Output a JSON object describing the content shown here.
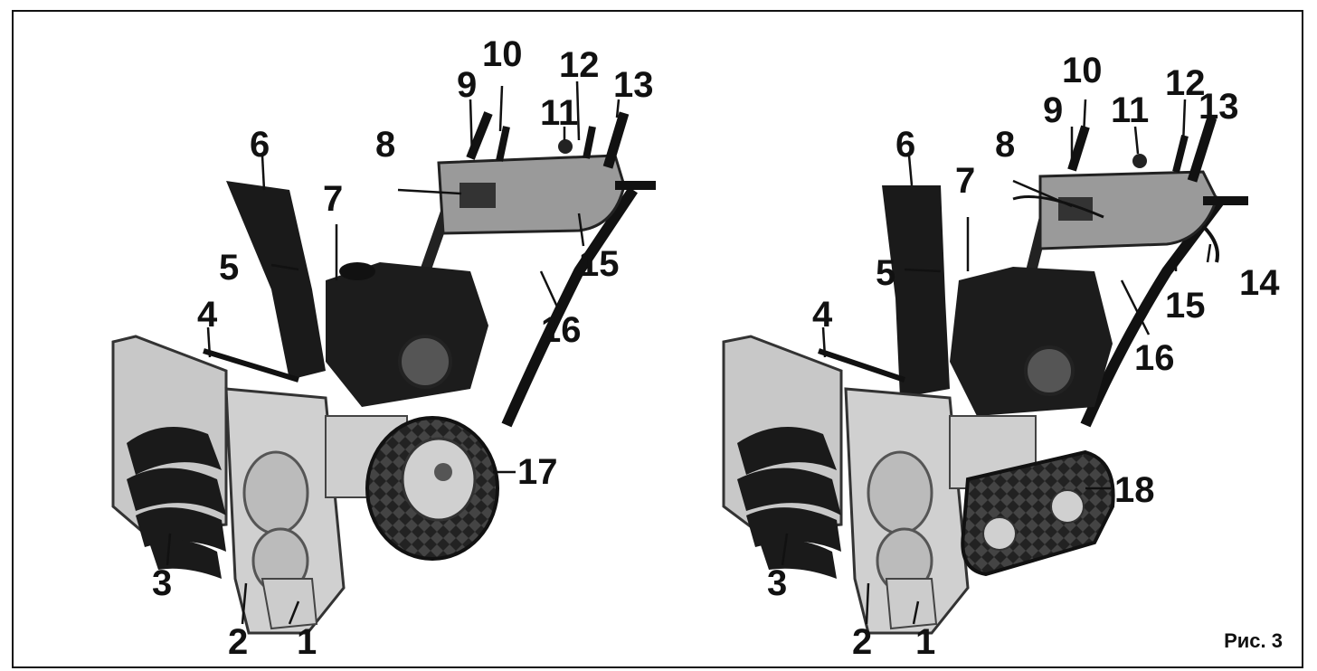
{
  "figure_caption": "Рис. 3",
  "left_machine": {
    "callouts": [
      "1",
      "2",
      "3",
      "4",
      "5",
      "6",
      "7",
      "8",
      "9",
      "10",
      "11",
      "12",
      "13",
      "15",
      "16",
      "17"
    ]
  },
  "right_machine": {
    "callouts": [
      "1",
      "2",
      "3",
      "4",
      "5",
      "6",
      "7",
      "8",
      "9",
      "10",
      "11",
      "12",
      "13",
      "14",
      "15",
      "16",
      "18"
    ]
  }
}
